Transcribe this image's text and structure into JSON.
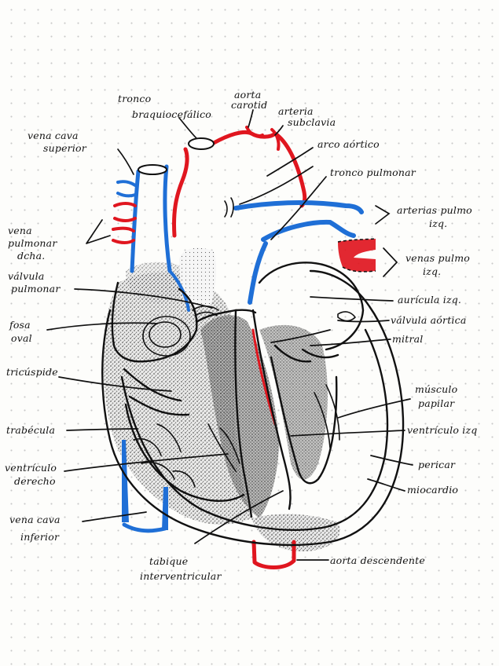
{
  "colors": {
    "ink": "#111111",
    "venous_blue": "#1f6fd6",
    "arterial_red": "#e0161f"
  },
  "labels": {
    "tronco": "tronco",
    "braquiocefalico": "braquiocefálico",
    "aorta": "aorta",
    "carotid": "carotid",
    "arteria": "arteria",
    "subclavia": "subclavia",
    "arco_aortico": "arco aórtico",
    "tronco_pulmonar": "tronco pulmonar",
    "vena_cava_1": "vena cava",
    "vena_cava_2": "superior",
    "vena_pulmonar_1": "vena",
    "vena_pulmonar_2": "pulmonar",
    "vena_pulmonar_3": "dcha.",
    "arterias_pulmo_1": "arterias pulmo",
    "arterias_pulmo_2": "izq.",
    "venas_pulmo_1": "venas pulmo",
    "venas_pulmo_2": "izq.",
    "valvula_pulmonar_1": "válvula",
    "valvula_pulmonar_2": "pulmonar",
    "auricula_izq": "aurícula izq.",
    "valvula_aortica": "válvula aórtica",
    "mitral": "mitral",
    "fosa_oval_1": "fosa",
    "fosa_oval_2": "oval",
    "tricuspide": "tricúspide",
    "musculo_papilar_1": "músculo",
    "musculo_papilar_2": "papilar",
    "trabecula": "trabécula",
    "ventriculo_izq": "ventrículo izq",
    "ventriculo_derecho_1": "ventrículo",
    "ventriculo_derecho_2": "derecho",
    "pericardio": "pericar",
    "miocardio": "miocardio",
    "vena_cava_inf_1": "vena cava",
    "vena_cava_inf_2": "inferior",
    "aorta_descendente": "aorta descendente",
    "tabique_1": "tabique",
    "tabique_2": "interventricular"
  }
}
